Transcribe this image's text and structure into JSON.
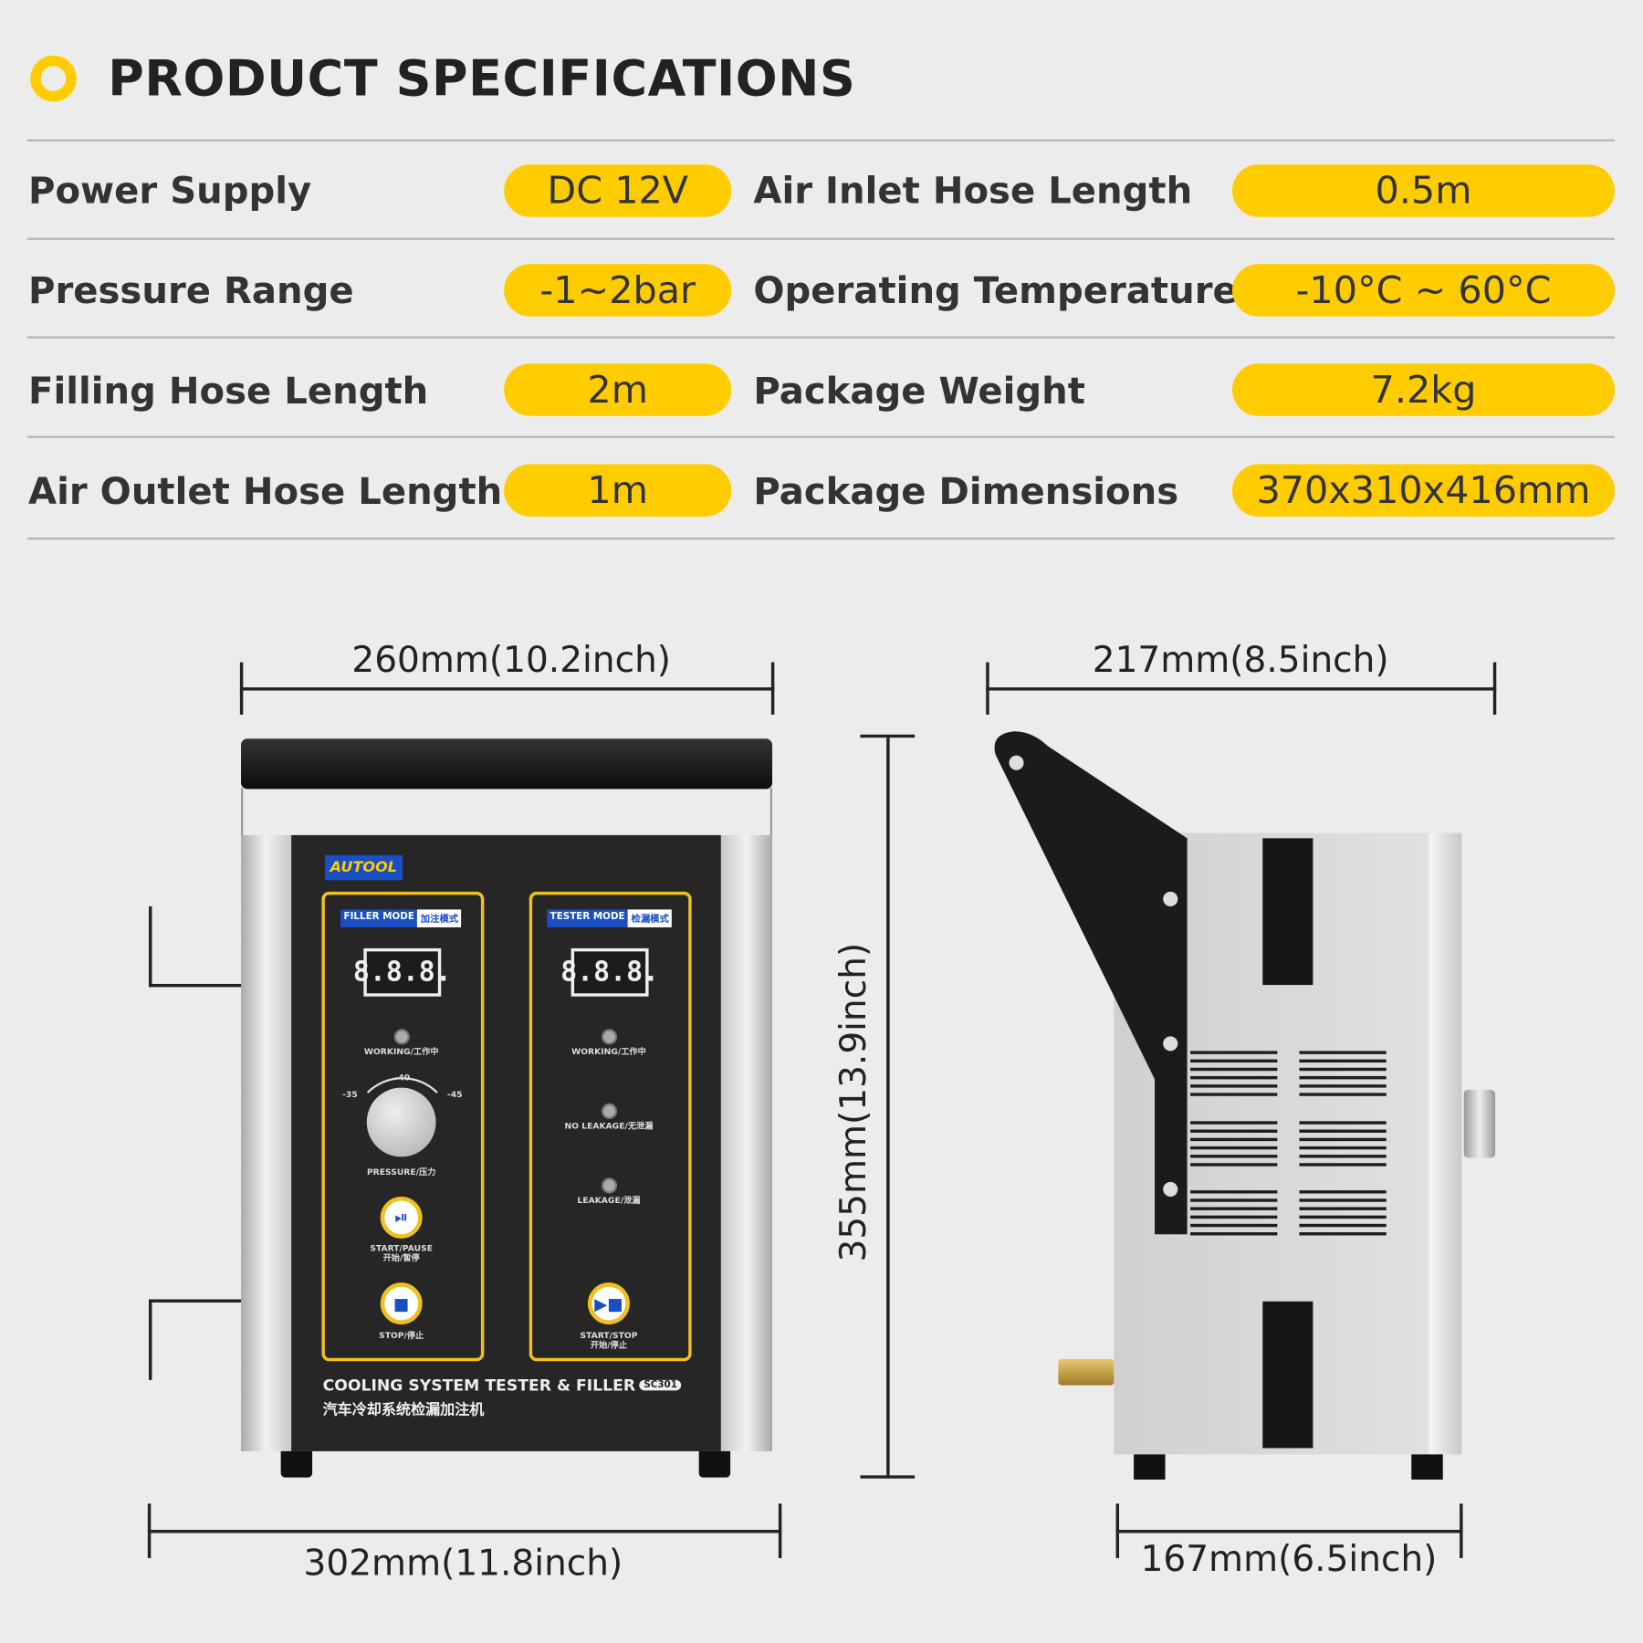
{
  "header": {
    "title": "PRODUCT SPECIFICATIONS",
    "accent": "#ffcc00"
  },
  "specs_left": [
    {
      "label": "Power Supply",
      "value": "DC 12V"
    },
    {
      "label": "Pressure Range",
      "value": "-1~2bar"
    },
    {
      "label": "Filling Hose Length",
      "value": "2m"
    },
    {
      "label": "Air Outlet Hose Length",
      "value": "1m"
    }
  ],
  "specs_right": [
    {
      "label": "Air Inlet Hose Length",
      "value": "0.5m"
    },
    {
      "label": "Operating Temperature",
      "value": "-10°C ~ 60°C"
    },
    {
      "label": "Package Weight",
      "value": "7.2kg"
    },
    {
      "label": "Package Dimensions",
      "value": "370x310x416mm"
    }
  ],
  "dimensions": {
    "front_width": "260mm(10.2inch)",
    "side_depth": "217mm(8.5inch)",
    "height": "355mm(13.9inch)",
    "front_base_width": "302mm(11.8inch)",
    "side_base_depth": "167mm(6.5inch)"
  },
  "device": {
    "brand": "AUTOOL",
    "filler": {
      "mode": "FILLER MODE",
      "mode_cn": "加注模式",
      "display": "8.8.8.",
      "working": "WORKING/工作中",
      "dial_ticks": [
        "-35",
        "-40",
        "-45"
      ],
      "pressure": "PRESSURE/压力",
      "start_pause": "START/PAUSE",
      "start_pause_cn": "开始/暂停",
      "stop": "STOP/停止"
    },
    "tester": {
      "mode": "TESTER MODE",
      "mode_cn": "检漏模式",
      "display": "8.8.8.",
      "working": "WORKING/工作中",
      "no_leakage": "NO LEAKAGE/无泄漏",
      "leakage": "LEAKAGE/泄漏",
      "start_stop": "START/STOP",
      "start_stop_cn": "开始/停止"
    },
    "product_name": "COOLING SYSTEM TESTER & FILLER",
    "model": "SC301",
    "product_name_cn": "汽车冷却系统检漏加注机"
  }
}
